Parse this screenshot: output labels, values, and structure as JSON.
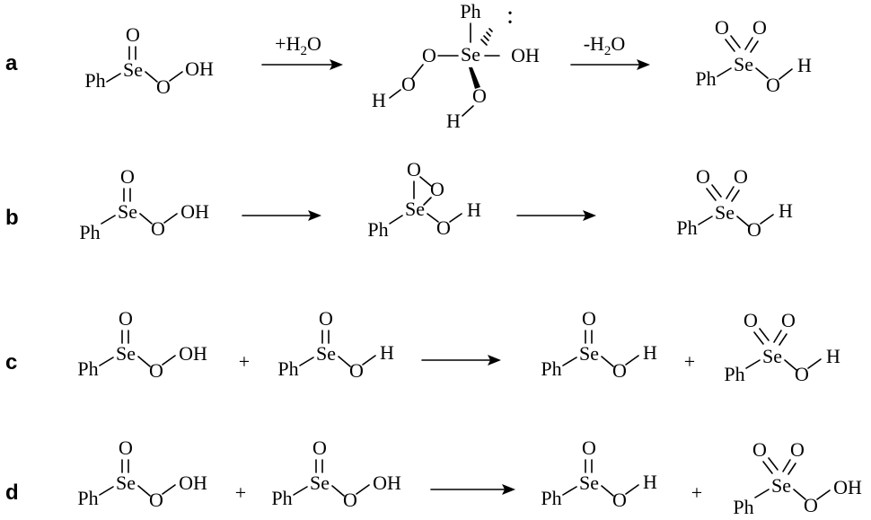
{
  "row_labels": {
    "a": "a",
    "b": "b",
    "c": "c",
    "d": "d"
  },
  "atoms": {
    "phenyl": "Ph",
    "selenium": "Se",
    "oxygen": "O",
    "hydroxyl": "OH",
    "hydrogen": "H",
    "radical_dot": "·"
  },
  "reagents": {
    "add_water": {
      "prefix": "+H",
      "subscript": "2",
      "suffix": "O"
    },
    "remove_water": {
      "prefix": "-H",
      "subscript": "2",
      "suffix": "O"
    },
    "plus": "+"
  }
}
